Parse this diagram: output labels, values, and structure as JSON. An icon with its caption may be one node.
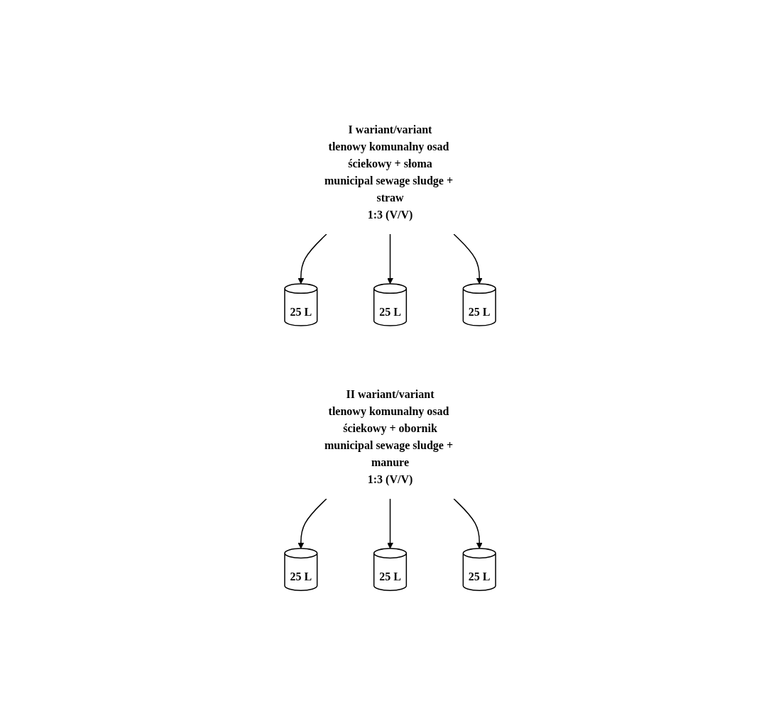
{
  "diagram": {
    "nodes": [
      {
        "text": [
          "I wariant/variant",
          "tlenowy komunalny osad ściekowy + słoma",
          "municipal sewage sludge + straw",
          "1:3 (V/V)"
        ]
      },
      {
        "text": [
          "25 L"
        ]
      },
      {
        "text": [
          "25 L"
        ]
      },
      {
        "text": [
          "25 L"
        ]
      },
      {
        "text": [
          "II wariant/variant",
          "tlenowy komunalny osad ściekowy + obornik",
          "municipal sewage sludge + manure",
          "1:3 (V/V)"
        ]
      },
      {
        "text": [
          "25 L"
        ]
      },
      {
        "text": [
          "25 L"
        ]
      },
      {
        "text": [
          "25 L"
        ]
      }
    ],
    "edges": [
      {
        "from": 0,
        "to": 1,
        "arrow": "to"
      },
      {
        "from": 0,
        "to": 2,
        "arrow": "to"
      },
      {
        "from": 0,
        "to": 3,
        "arrow": "to"
      },
      {
        "from": 4,
        "to": 5,
        "arrow": "to"
      },
      {
        "from": 4,
        "to": 6,
        "arrow": "to"
      },
      {
        "from": 4,
        "to": 7,
        "arrow": "to"
      }
    ]
  }
}
